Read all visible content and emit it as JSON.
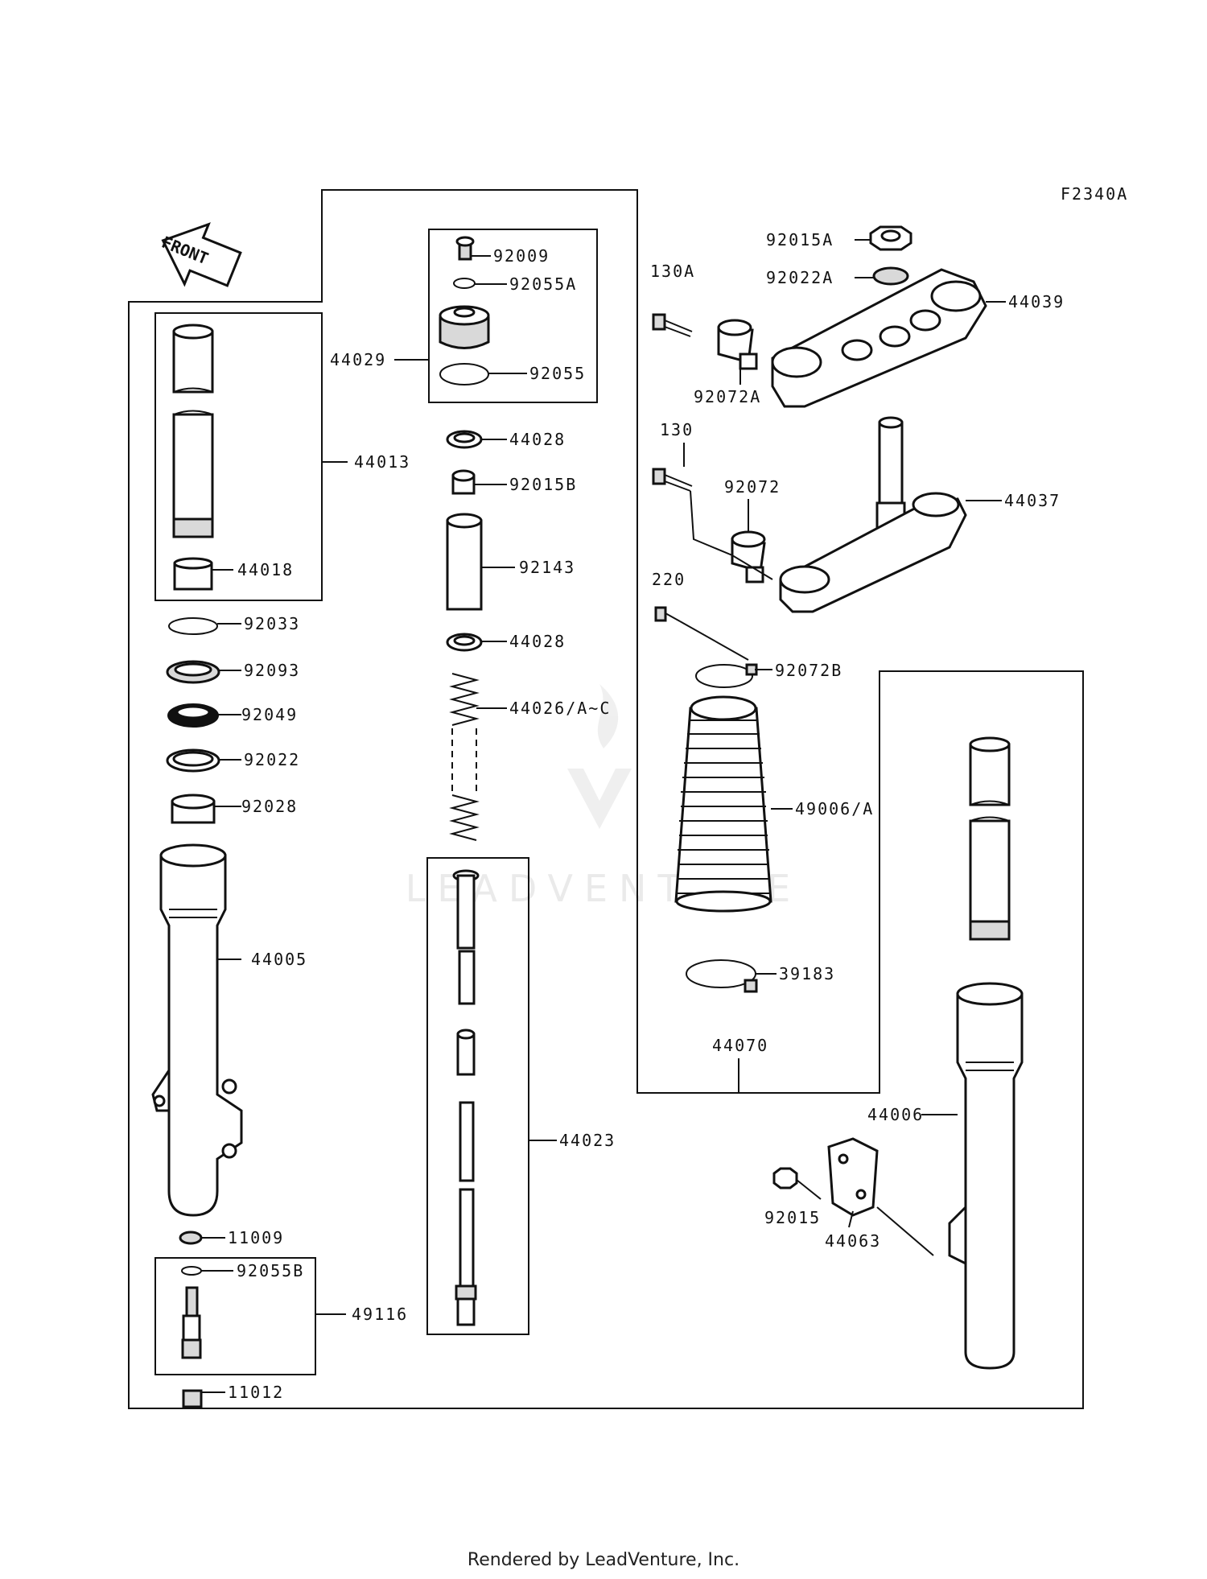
{
  "figure_code": "F2340A",
  "front_arrow_label": "FRONT",
  "watermark": "LEADVENTURE",
  "footer": "Rendered by LeadVenture, Inc.",
  "parts": [
    {
      "id": "p44013",
      "label": "44013"
    },
    {
      "id": "p44018",
      "label": "44018"
    },
    {
      "id": "p92033",
      "label": "92033"
    },
    {
      "id": "p92093",
      "label": "92093"
    },
    {
      "id": "p92049",
      "label": "92049"
    },
    {
      "id": "p92022",
      "label": "92022"
    },
    {
      "id": "p92028",
      "label": "92028"
    },
    {
      "id": "p44005",
      "label": "44005"
    },
    {
      "id": "p11009",
      "label": "11009"
    },
    {
      "id": "p92055B",
      "label": "92055B"
    },
    {
      "id": "p49116",
      "label": "49116"
    },
    {
      "id": "p11012",
      "label": "11012"
    },
    {
      "id": "p92009",
      "label": "92009"
    },
    {
      "id": "p92055A",
      "label": "92055A"
    },
    {
      "id": "p44029",
      "label": "44029"
    },
    {
      "id": "p92055",
      "label": "92055"
    },
    {
      "id": "p44028a",
      "label": "44028"
    },
    {
      "id": "p92015B",
      "label": "92015B"
    },
    {
      "id": "p92143",
      "label": "92143"
    },
    {
      "id": "p44028b",
      "label": "44028"
    },
    {
      "id": "p44026",
      "label": "44026/A~C"
    },
    {
      "id": "p44023",
      "label": "44023"
    },
    {
      "id": "p92015A",
      "label": "92015A"
    },
    {
      "id": "p92022A",
      "label": "92022A"
    },
    {
      "id": "p130A",
      "label": "130A"
    },
    {
      "id": "p44039",
      "label": "44039"
    },
    {
      "id": "p92072A",
      "label": "92072A"
    },
    {
      "id": "p130",
      "label": "130"
    },
    {
      "id": "p92072",
      "label": "92072"
    },
    {
      "id": "p44037",
      "label": "44037"
    },
    {
      "id": "p220",
      "label": "220"
    },
    {
      "id": "p92072B",
      "label": "92072B"
    },
    {
      "id": "p49006",
      "label": "49006/A"
    },
    {
      "id": "p39183",
      "label": "39183"
    },
    {
      "id": "p44070",
      "label": "44070"
    },
    {
      "id": "p44006",
      "label": "44006"
    },
    {
      "id": "p92015",
      "label": "92015"
    },
    {
      "id": "p44063",
      "label": "44063"
    }
  ]
}
